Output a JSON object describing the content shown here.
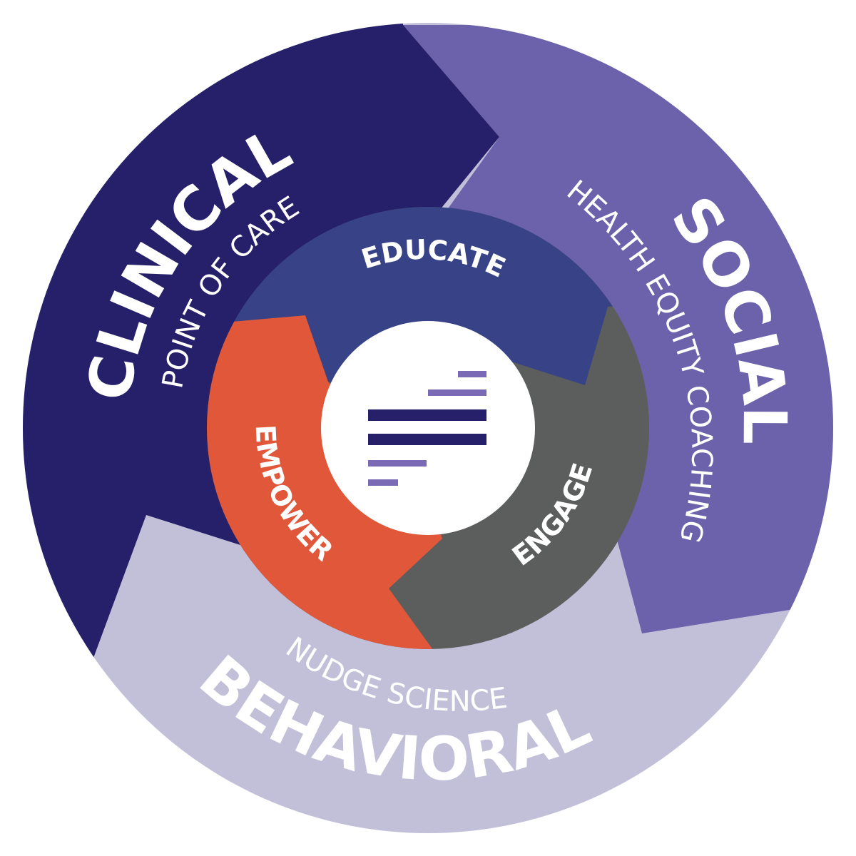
{
  "outer_ring": {
    "clinical": {
      "title": "CLINICAL",
      "subtitle": "POINT OF CARE",
      "color": "#26206a"
    },
    "social": {
      "title": "SOCIAL",
      "subtitle": "HEALTH EQUITY COACHING",
      "color": "#6c62ac"
    },
    "behavioral": {
      "title": "BEHAVIORAL",
      "subtitle": "NUDGE SCIENCE",
      "color": "#c2c0d9"
    }
  },
  "inner_ring": {
    "educate": {
      "label": "EDUCATE",
      "color": "#374386"
    },
    "engage": {
      "label": "ENGAGE",
      "color": "#5c5d5d"
    },
    "empower": {
      "label": "EMPOWER",
      "color": "#e0573a"
    }
  },
  "logo": {
    "icon": "bars-logo-icon",
    "dark": "#26206a",
    "light": "#7a69b5"
  }
}
